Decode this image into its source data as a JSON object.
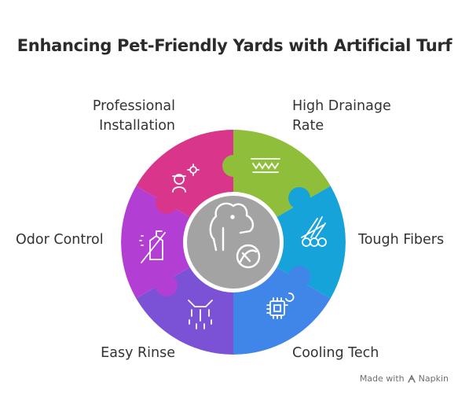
{
  "title": "Enhancing Pet-Friendly Yards with Artificial Turf",
  "segments": [
    {
      "label": "Professional Installation",
      "line1": "Professional",
      "line2": "Installation",
      "color": "#d9368b",
      "icon": "worker-gear-icon"
    },
    {
      "label": "High Drainage Rate",
      "line1": "High Drainage",
      "line2": "Rate",
      "color": "#8fbf3a",
      "icon": "drainage-icon"
    },
    {
      "label": "Tough Fibers",
      "line1": "Tough Fibers",
      "color": "#16a3d9",
      "icon": "fibers-icon"
    },
    {
      "label": "Cooling Tech",
      "line1": "Cooling Tech",
      "color": "#3f86e8",
      "icon": "chip-cooling-icon"
    },
    {
      "label": "Easy Rinse",
      "line1": "Easy Rinse",
      "color": "#7b52d6",
      "icon": "sprinkler-rinse-icon"
    },
    {
      "label": "Odor Control",
      "line1": "Odor Control",
      "color": "#b23ed3",
      "icon": "spray-bottle-icon"
    }
  ],
  "center": {
    "icon": "dog-ball-icon",
    "color": "#a3a3a3"
  },
  "watermark": {
    "prefix": "Made with",
    "brand": "Napkin"
  }
}
